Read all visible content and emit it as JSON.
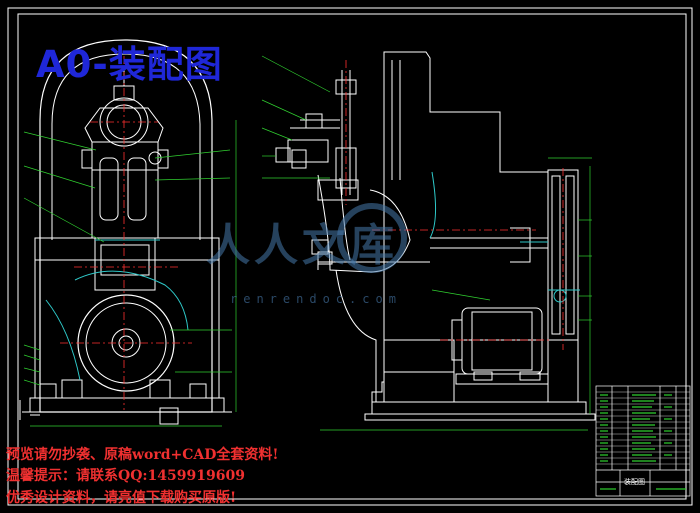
{
  "drawing": {
    "title": "A0-装配图"
  },
  "watermark": {
    "text": "人人文库",
    "url": "renrendoc.com"
  },
  "notices": [
    "预览请勿抄袭、原稿word+CAD全套资料!",
    "温馨提示：请联系QQ:1459919609",
    "优秀设计资料，请亮值下载购买原版!"
  ],
  "title_block": {
    "name": "装配图"
  },
  "colors": {
    "background": "#000000",
    "frame": "#ffffff",
    "lines": "#ffffff",
    "center_lines": "#ff3030",
    "dimension_lines": "#30d030",
    "title": "#1f27d8",
    "notice": "#f03030",
    "watermark": "#4678aa"
  }
}
